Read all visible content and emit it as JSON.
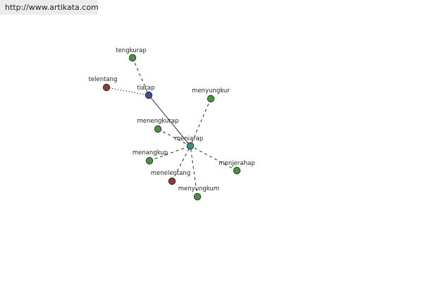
{
  "url_text": "http://www.artikata.com",
  "colors": {
    "green": "#4d8f45",
    "red": "#8b3a3a",
    "blue": "#3c4aa0",
    "teal": "#3d8a86",
    "edge": "#111111"
  },
  "graph": {
    "nodes": [
      {
        "id": "tengkurap",
        "label": "tengkurap",
        "color": "green"
      },
      {
        "id": "telentang",
        "label": "telentang",
        "color": "red"
      },
      {
        "id": "tiarap",
        "label": "tiarap",
        "color": "blue"
      },
      {
        "id": "menyungkur",
        "label": "menyungkur",
        "color": "green"
      },
      {
        "id": "menengkurap",
        "label": "menengkurap",
        "color": "green"
      },
      {
        "id": "meniarap",
        "label": "meniarap",
        "color": "teal"
      },
      {
        "id": "menangkup",
        "label": "menangkup",
        "color": "green"
      },
      {
        "id": "menjerahap",
        "label": "menjerahap",
        "color": "green"
      },
      {
        "id": "menelentang",
        "label": "menelentang",
        "color": "red"
      },
      {
        "id": "menyungkum",
        "label": "menyungkum",
        "color": "green"
      }
    ],
    "edges": [
      {
        "from": "tengkurap",
        "to": "tiarap",
        "style": "dashed"
      },
      {
        "from": "telentang",
        "to": "tiarap",
        "style": "dotted"
      },
      {
        "from": "tiarap",
        "to": "meniarap",
        "style": "solid"
      },
      {
        "from": "menyungkur",
        "to": "meniarap",
        "style": "dashed"
      },
      {
        "from": "menengkurap",
        "to": "meniarap",
        "style": "dashed"
      },
      {
        "from": "menangkup",
        "to": "meniarap",
        "style": "dashed"
      },
      {
        "from": "menjerahap",
        "to": "meniarap",
        "style": "dashed"
      },
      {
        "from": "menelentang",
        "to": "meniarap",
        "style": "dashed"
      },
      {
        "from": "menyungkum",
        "to": "meniarap",
        "style": "dashed"
      }
    ]
  }
}
